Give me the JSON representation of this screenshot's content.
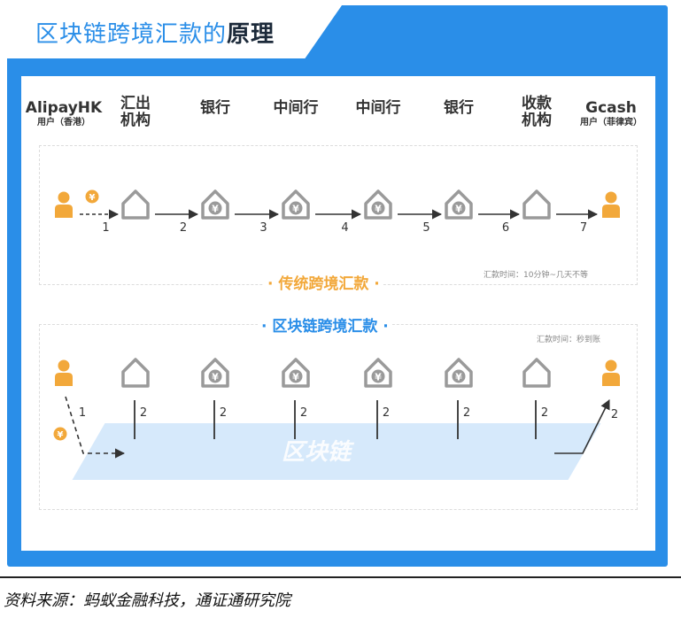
{
  "title": {
    "main": "区块链跨境汇款的",
    "bold": "原理"
  },
  "columns": [
    {
      "label": "AlipayHK",
      "sub": "用户（香港）"
    },
    {
      "label": "汇出\n机构",
      "sub": ""
    },
    {
      "label": "银行",
      "sub": ""
    },
    {
      "label": "中间行",
      "sub": ""
    },
    {
      "label": "中间行",
      "sub": ""
    },
    {
      "label": "银行",
      "sub": ""
    },
    {
      "label": "收款\n机构",
      "sub": ""
    },
    {
      "label": "Gcash",
      "sub": "用户（菲律宾）"
    }
  ],
  "traditional": {
    "label": "· 传统跨境汇款 ·",
    "note": "汇款时间：10分钟~几天不等",
    "steps": [
      "1",
      "2",
      "3",
      "4",
      "5",
      "6",
      "7"
    ]
  },
  "blockchain": {
    "label": "· 区块链跨境汇款 ·",
    "note": "汇款时间：秒到账",
    "steps": [
      "1",
      "2",
      "2",
      "2",
      "2",
      "2",
      "2",
      "2"
    ],
    "chain_label": "区块链"
  },
  "currency_symbol": "¥",
  "source": "资料来源：蚂蚁金融科技，通证通研究院",
  "colors": {
    "frame": "#2a8ee8",
    "accent_orange": "#f2a83a",
    "gray": "#9a9a9a",
    "blue_text": "#2a8ee8",
    "chain_fill": "#cfe5fa"
  },
  "icons": [
    "person-icon",
    "house-icon",
    "bank-icon",
    "yuan-coin-icon",
    "arrow-icon"
  ]
}
